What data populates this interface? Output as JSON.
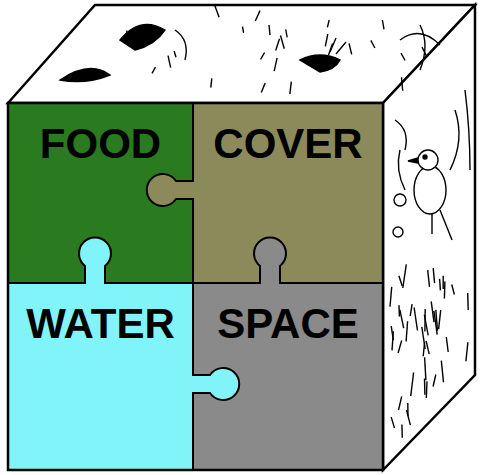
{
  "diagram": {
    "nodes": [
      {
        "text": [
          "FOOD"
        ]
      },
      {
        "text": [
          "COVER"
        ]
      },
      {
        "text": [
          "WATER"
        ]
      },
      {
        "text": [
          "SPACE"
        ]
      }
    ]
  }
}
